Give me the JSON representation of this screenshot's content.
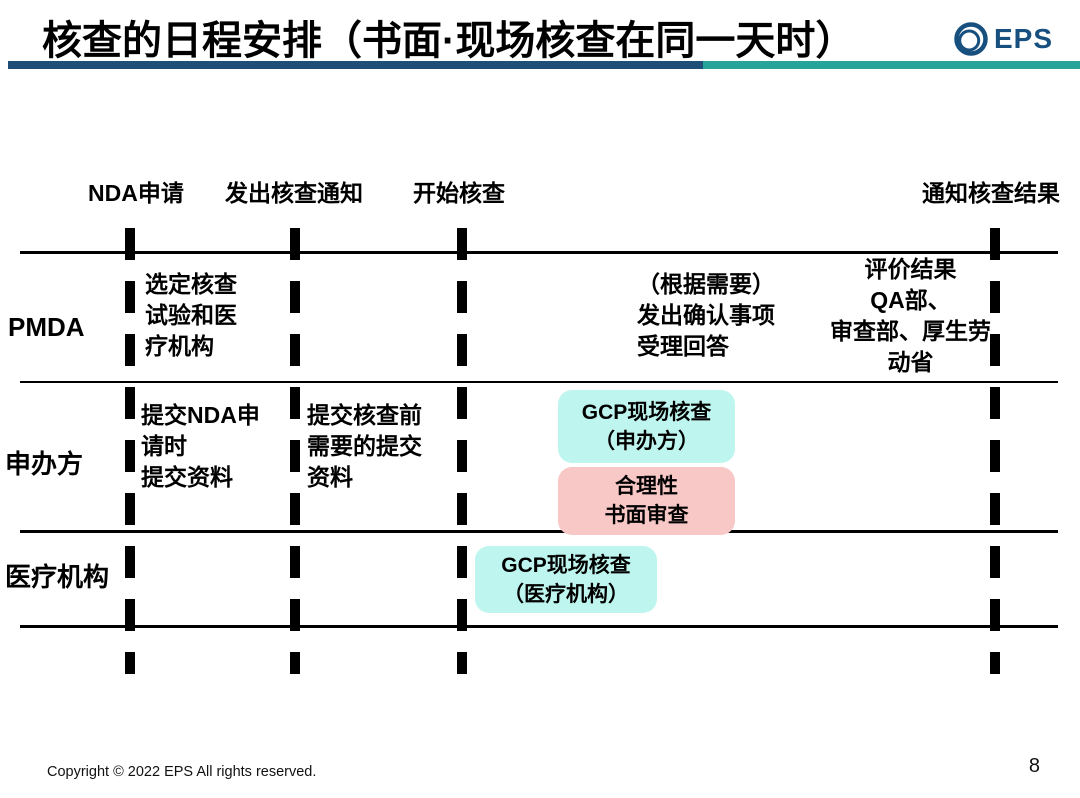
{
  "slide": {
    "title": "核查的日程安排（书面·现场核查在同一天时）",
    "logo_text": "EPS",
    "copyright": "Copyright © 2022 EPS All rights reserved.",
    "page_number": "8"
  },
  "colors": {
    "accent_blue": "#1F4E79",
    "accent_teal": "#25A599",
    "logo_blue": "#17507E",
    "box_cyan": "#BFF5EF",
    "box_pink": "#F8C8C6"
  },
  "timeline": {
    "milestones": [
      {
        "label": "NDA申请"
      },
      {
        "label": "发出核查通知"
      },
      {
        "label": "开始核查"
      },
      {
        "label": "通知核查结果"
      }
    ],
    "lanes": [
      {
        "label": "PMDA"
      },
      {
        "label": "申办方"
      },
      {
        "label": "医疗机构"
      }
    ],
    "notes": {
      "pmda_select": "选定核查\n试验和医\n疗机构",
      "pmda_confirm": "（根据需要）\n发出确认事项\n受理回答",
      "pmda_eval": "评价结果\nQA部、\n审查部、厚生劳\n动省",
      "sponsor_nda": "提交NDA申\n请时\n提交资料",
      "sponsor_pre": "提交核查前\n需要的提交\n资料"
    },
    "boxes": [
      {
        "label": "GCP现场核查\n（申办方）",
        "color": "#BFF5EF"
      },
      {
        "label": "合理性\n书面审查",
        "color": "#F8C8C6"
      },
      {
        "label": "GCP现场核查\n（医疗机构）",
        "color": "#BFF5EF"
      }
    ]
  }
}
